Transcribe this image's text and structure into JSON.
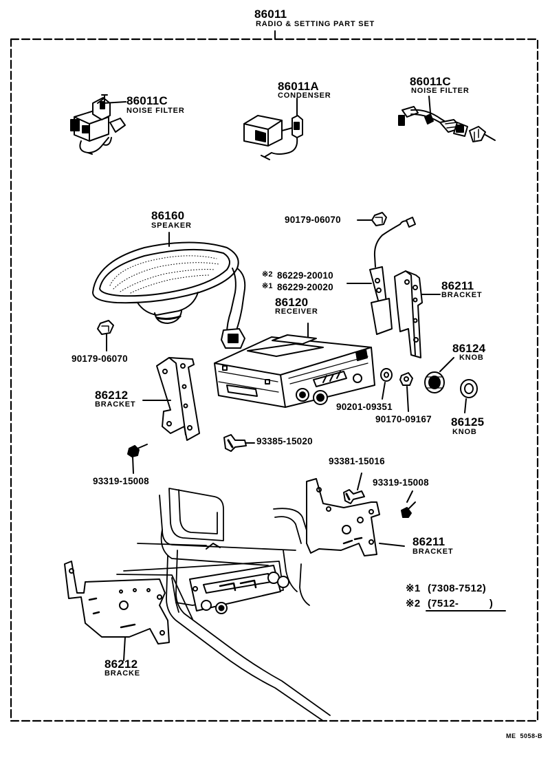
{
  "header": {
    "set_number": "86011",
    "set_name": "RADIO & SETTING PART SET"
  },
  "callouts": {
    "noise_filter_left": {
      "number": "86011C",
      "name": "NOISE FILTER"
    },
    "condenser": {
      "number": "86011A",
      "name": "CONDENSER"
    },
    "noise_filter_right": {
      "number": "86011C",
      "name": "NOISE FILTER"
    },
    "speaker": {
      "number": "86160",
      "name": "SPEAKER"
    },
    "nut_upper": {
      "number": "90179-06070"
    },
    "wire_alt_2": {
      "marker": "※2",
      "number": "86229-20010"
    },
    "wire_alt_1": {
      "marker": "※1",
      "number": "86229-20020"
    },
    "receiver": {
      "number": "86120",
      "name": "RECEIVER"
    },
    "bracket_right_upper": {
      "number": "86211",
      "name": "BRACKET"
    },
    "nut_left": {
      "number": "90179-06070"
    },
    "knob_86124": {
      "number": "86124",
      "name": "KNOB"
    },
    "bracket_left_upper": {
      "number": "86212",
      "name": "BRACKET"
    },
    "washer_90201": {
      "number": "90201-09351"
    },
    "washer_90170": {
      "number": "90170-09167"
    },
    "knob_86125": {
      "number": "86125",
      "name": "KNOB"
    },
    "screw_93385": {
      "number": "93385-15020"
    },
    "screw_93319_left": {
      "number": "93319-15008"
    },
    "screw_93381": {
      "number": "93381-15016"
    },
    "screw_93319_right": {
      "number": "93319-15008"
    },
    "bracket_right_lower": {
      "number": "86211",
      "name": "BRACKET"
    },
    "bracket_left_lower": {
      "number": "86212",
      "name": "BRACKE"
    }
  },
  "notes": [
    {
      "marker": "※1",
      "range": "(7308-7512)"
    },
    {
      "marker": "※2",
      "range": "(7512-          )"
    }
  ],
  "footer": {
    "code": "ME  5058-B"
  }
}
